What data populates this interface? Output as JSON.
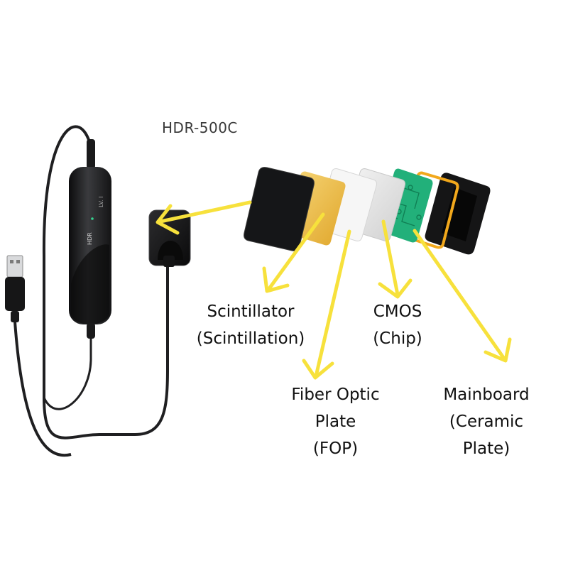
{
  "product": {
    "model": "HDR-500C"
  },
  "device": {
    "brand_mark": "HDR",
    "box_label": "LV. I"
  },
  "components": [
    {
      "id": "scintillator",
      "lines": [
        "Scintillator",
        "(Scintillation)"
      ]
    },
    {
      "id": "fop",
      "lines": [
        "Fiber Optic",
        "Plate",
        "(FOP)"
      ]
    },
    {
      "id": "cmos",
      "lines": [
        "CMOS",
        "(Chip)"
      ]
    },
    {
      "id": "mainboard",
      "lines": [
        "Mainboard",
        "(Ceramic",
        "Plate)"
      ]
    }
  ],
  "colors": {
    "arrow": "#f7e13c",
    "pcb": "#22b07a",
    "frame": "#f2a81c",
    "fop": "#f3c140",
    "device": "#1b1c1e"
  }
}
